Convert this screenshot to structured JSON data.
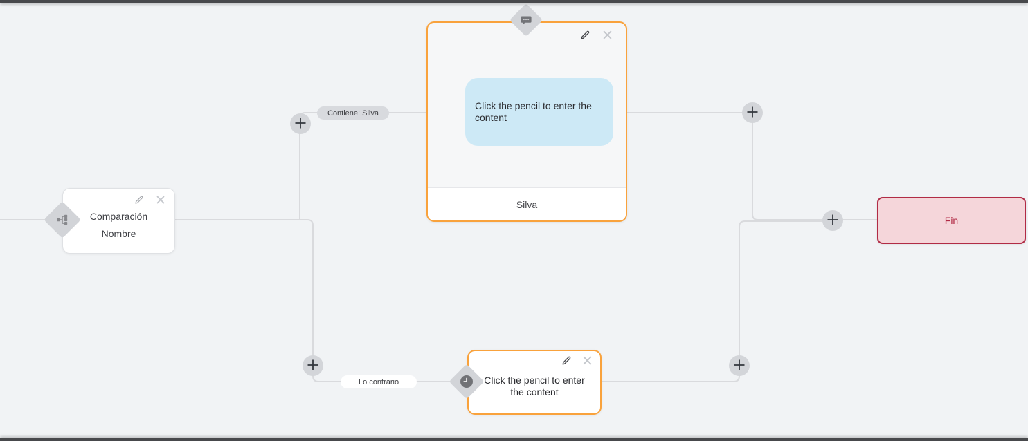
{
  "chrome": {
    "top_bar_color": "#48494c",
    "bottom_bar_color": "#48494c",
    "canvas_background": "#f1f3f5"
  },
  "palette": {
    "accent_orange": "#f9a23c",
    "bubble_blue": "#cde9f6",
    "end_background": "#f5d6da",
    "end_border": "#b12b45",
    "connector_gray": "#d9dadd",
    "port_gray": "#d2d4d8"
  },
  "icons": {
    "edit": "pencil-icon",
    "delete": "close-icon",
    "add": "plus-icon",
    "condition": "sitemap-icon",
    "message": "chat-bubble-icon",
    "delay": "clock-icon"
  },
  "nodes": {
    "condition": {
      "title": "Comparación",
      "subtitle": "Nombre"
    },
    "message": {
      "placeholder": "Click the pencil to enter the content",
      "option": "Silva"
    },
    "delay": {
      "placeholder": "Click the pencil to enter the content"
    },
    "end": {
      "label": "Fin"
    }
  },
  "branches": {
    "top": {
      "label": "Contiene: Silva"
    },
    "bottom": {
      "label": "Lo contrario"
    }
  }
}
